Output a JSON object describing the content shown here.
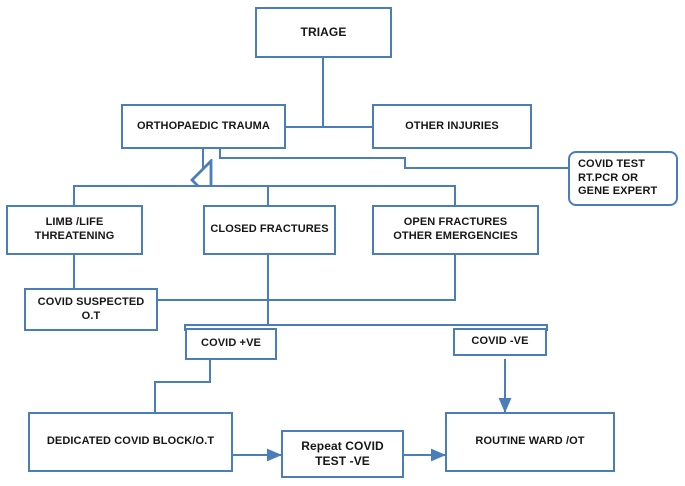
{
  "diagram": {
    "title": "COVID-19 Orthopaedic Trauma Triage Flowchart",
    "accent_color": "#4a7ebb",
    "text_color": "#161616",
    "background_color": "#ffffff",
    "nodes": {
      "triage": {
        "label": "TRIAGE"
      },
      "orthopaedic_trauma": {
        "label": "ORTHOPAEDIC TRAUMA"
      },
      "other_injuries": {
        "label": "OTHER INJURIES"
      },
      "covid_test": {
        "label": "COVID TEST\nRT.PCR OR\nGENE EXPERT"
      },
      "limb_life_threatening": {
        "label": "LIMB /LIFE\nTHREATENING"
      },
      "closed_fractures": {
        "label": "CLOSED FRACTURES"
      },
      "open_fractures": {
        "label": "OPEN FRACTURES\nOTHER EMERGENCIES"
      },
      "covid_suspected": {
        "label": "COVID SUSPECTED\nO.T"
      },
      "covid_positive": {
        "label": "COVID +VE"
      },
      "covid_negative": {
        "label": "COVID -VE"
      },
      "dedicated_covid_block": {
        "label": "DEDICATED COVID BLOCK/O.T"
      },
      "repeat_covid_test": {
        "label": "Repeat COVID\nTEST -VE"
      },
      "routine_ward": {
        "label": "ROUTINE WARD /OT"
      }
    }
  }
}
